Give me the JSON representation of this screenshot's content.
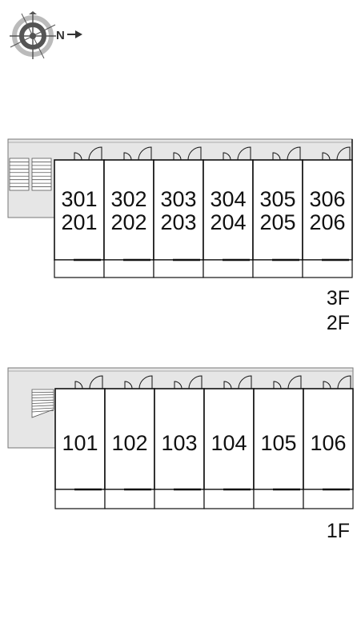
{
  "compass": {
    "label": "N",
    "icon": "compass-icon"
  },
  "upper_block": {
    "units_top_row": [
      "301",
      "302",
      "303",
      "304",
      "305",
      "306"
    ],
    "units_bottom_row": [
      "201",
      "202",
      "203",
      "204",
      "205",
      "206"
    ],
    "floor_labels": [
      "3F",
      "2F"
    ]
  },
  "lower_block": {
    "units": [
      "101",
      "102",
      "103",
      "104",
      "105",
      "106"
    ],
    "floor_label": "1F"
  },
  "colors": {
    "corridor": "#e6e6e6",
    "line": "#111111",
    "compass_dark": "#555555",
    "compass_light": "#bbbbbb"
  }
}
